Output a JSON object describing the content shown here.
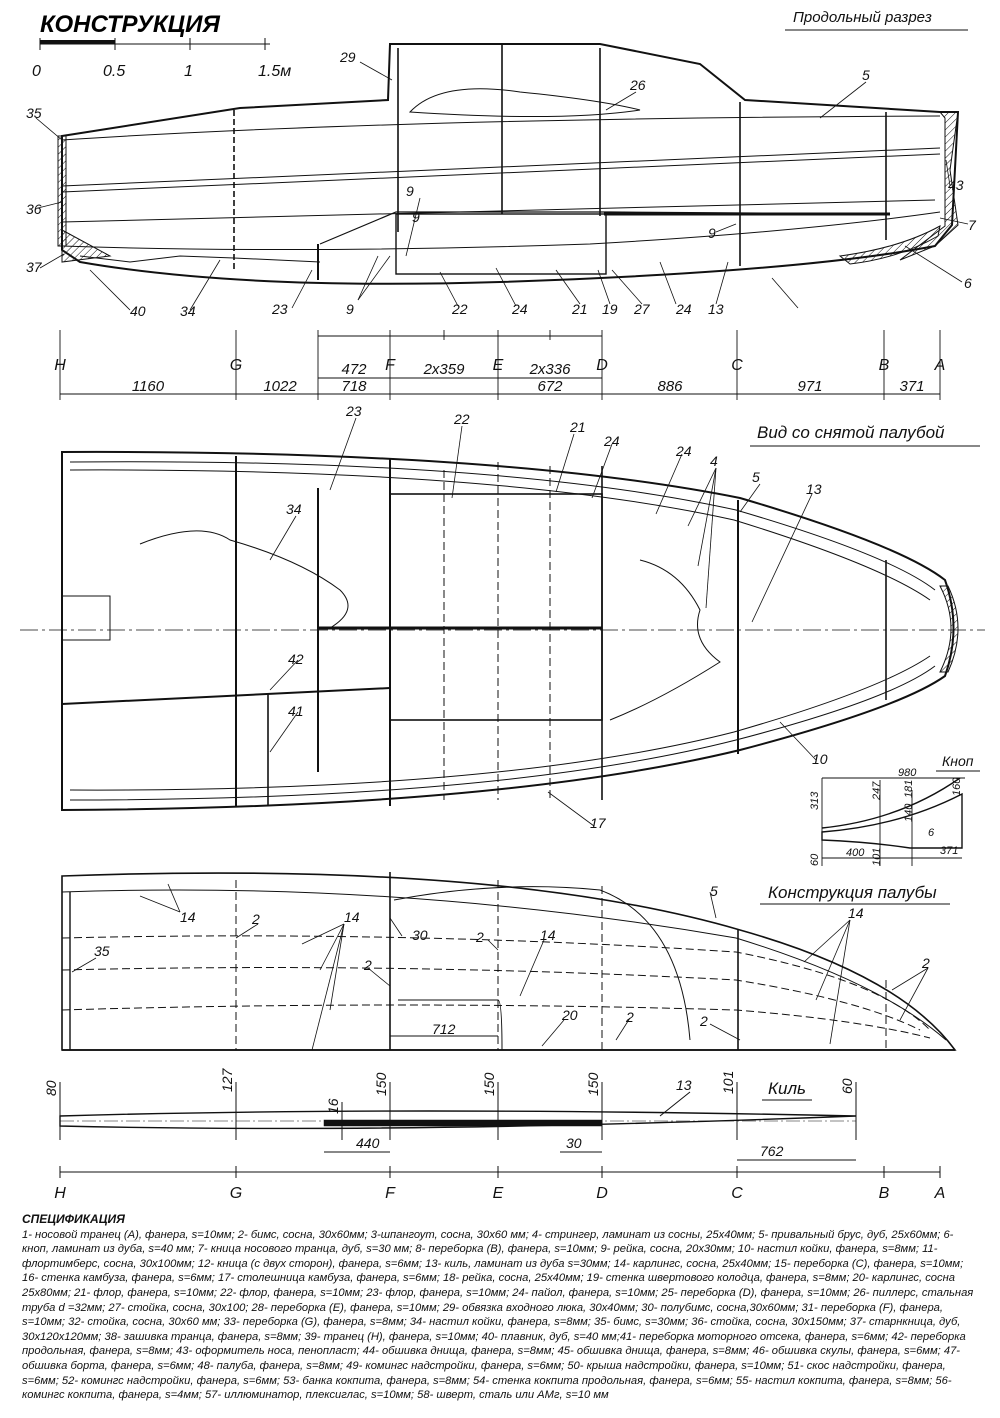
{
  "title": "КОНСТРУКЦИЯ",
  "scale_labels": [
    "0",
    "0.5",
    "1",
    "1.5м"
  ],
  "views": {
    "longitudinal": "Продольный разрез",
    "plan": "Вид со снятой палубой",
    "deck": "Конструкция палубы",
    "keel": "Киль",
    "knop": "Кноп"
  },
  "stations": [
    "H",
    "G",
    "F",
    "E",
    "D",
    "C",
    "B",
    "A"
  ],
  "dims_lower": [
    "1160",
    "1022",
    "718",
    "672",
    "886",
    "971",
    "371"
  ],
  "dims_upper": [
    "472",
    "2x359",
    "2x336"
  ],
  "callouts_long": [
    "29",
    "26",
    "5",
    "35",
    "43",
    "36",
    "7",
    "37",
    "6",
    "9",
    "9",
    "9",
    "40",
    "34",
    "23",
    "22",
    "24",
    "21",
    "19",
    "27",
    "24",
    "9",
    "13"
  ],
  "callouts_plan": [
    "23",
    "22",
    "21",
    "24",
    "24",
    "4",
    "5",
    "13",
    "34",
    "42",
    "41",
    "10",
    "17"
  ],
  "callouts_deck": [
    "14",
    "2",
    "14",
    "30",
    "2",
    "14",
    "2",
    "35",
    "5",
    "14",
    "2",
    "2",
    "20",
    "2",
    "712"
  ],
  "knop_dims": [
    "980",
    "313",
    "247",
    "181",
    "160",
    "140",
    "60",
    "400",
    "101",
    "371",
    "6"
  ],
  "keel_dims": [
    "80",
    "127",
    "150",
    "150",
    "150",
    "101",
    "60",
    "16",
    "440",
    "30",
    "762",
    "13"
  ],
  "spec": {
    "title": "СПЕЦИФИКАЦИЯ",
    "text": "1- носовой транец (A), фанера, s=10мм; 2- бимс, сосна, 30х60мм; 3-шпангоут, сосна, 30х60 мм; 4- стрингер, ламинат из сосны, 25х40мм; 5- привальный брус, дуб, 25х60мм; 6- кноп, ламинат из дуба, s=40 мм; 7- кница носового транца, дуб, s=30 мм; 8- переборка (B), фанера, s=10мм; 9- рейка, сосна, 20х30мм; 10- настил койки, фанера, s=8мм; 11- флортимберс, сосна, 30х100мм; 12- кница (с двух сторон), фанера, s=6мм; 13- киль, ламинат из дуба s=30мм; 14- карлингс, сосна, 25х40мм; 15- переборка (C), фанера, s=10мм; 16- стенка камбуза, фанера, s=6мм; 17- столешница камбуза, фанера, s=6мм; 18- рейка, сосна, 25х40мм; 19- стенка швертового колодца, фанера, s=8мм; 20- карлингс, сосна 25х80мм; 21- флор, фанера, s=10мм; 22- флор, фанера, s=10мм; 23- флор, фанера, s=10мм; 24- пайол, фанера, s=10мм; 25- переборка (D), фанера, s=10мм; 26- пиллерс, стальная труба d =32мм; 27- стойка, сосна, 30х100; 28- переборка (E), фанера, s=10мм; 29- обвязка входного люка, 30х40мм; 30- полубимс, сосна,30х60мм; 31- переборка (F), фанера, s=10мм; 32- стойка, сосна, 30х60 мм; 33- переборка (G), фанера, s=8мм; 34- настил койки, фанера, s=8мм; 35- бимс, s=30мм; 36- стойка, сосна, 30х150мм; 37- старнкница, дуб, 30х120х120мм; 38- зашивка транца, фанера, s=8мм; 39- транец (H), фанера, s=10мм; 40- плавник, дуб, s=40 мм;41- переборка моторного отсека, фанера, s=6мм; 42- переборка продольная, фанера, s=8мм; 43- оформитель носа, пенопласт; 44- обшивка днища, фанера, s=8мм; 45- обшивка днища, фанера, s=8мм; 46- обшивка скулы, фанера, s=6мм; 47- обшивка борта, фанера, s=6мм; 48- палуба, фанера, s=8мм; 49- комингс надстройки, фанера, s=6мм; 50- крыша надстройки, фанера, s=10мм; 51- скос надстройки, фанера, s=6мм; 52- комингс надстройки, фанера, s=6мм; 53- банка кокпита, фанера, s=8мм; 54- стенка кокпита продольная, фанера, s=6мм; 55- настил кокпита, фанера, s=8мм; 56- комингс кокпита, фанера, s=4мм; 57- иллюминатор, плексиглас, s=10мм; 58- шверт, сталь или АМг, s=10 мм"
  }
}
